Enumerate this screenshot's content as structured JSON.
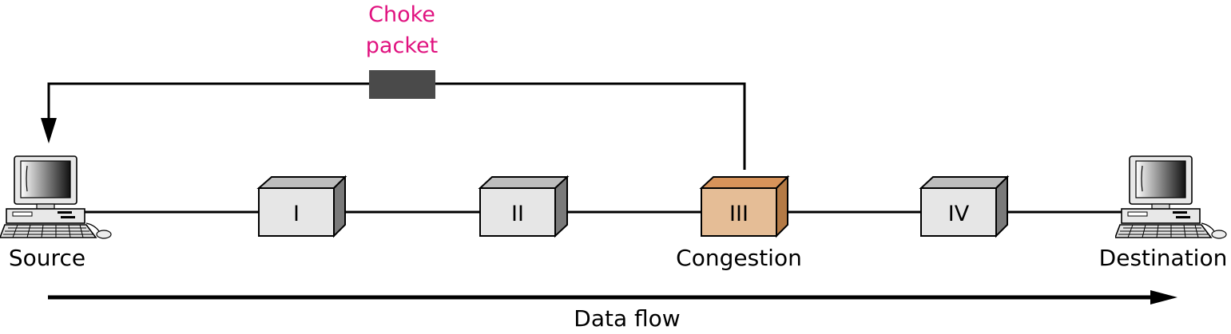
{
  "choke_label": {
    "line1": "Choke",
    "line2": "packet",
    "color": "#e0117f"
  },
  "source": {
    "label": "Source",
    "icon": "desktop-computer-icon"
  },
  "destination": {
    "label": "Destination",
    "icon": "desktop-computer-icon"
  },
  "routers": [
    {
      "label": "I",
      "congested": false
    },
    {
      "label": "II",
      "congested": false
    },
    {
      "label": "III",
      "congested": true,
      "caption": "Congestion"
    },
    {
      "label": "IV",
      "congested": false
    }
  ],
  "data_flow": {
    "label": "Data flow"
  },
  "colors": {
    "router_front": "#e6e6e6",
    "router_top": "#bdbdbd",
    "router_side": "#7a7a7a",
    "congested_front": "#e5bd96",
    "congested_top": "#d7935a",
    "congested_side": "#b47a45",
    "choke_packet": "#4a4a4a",
    "line": "#000000"
  }
}
